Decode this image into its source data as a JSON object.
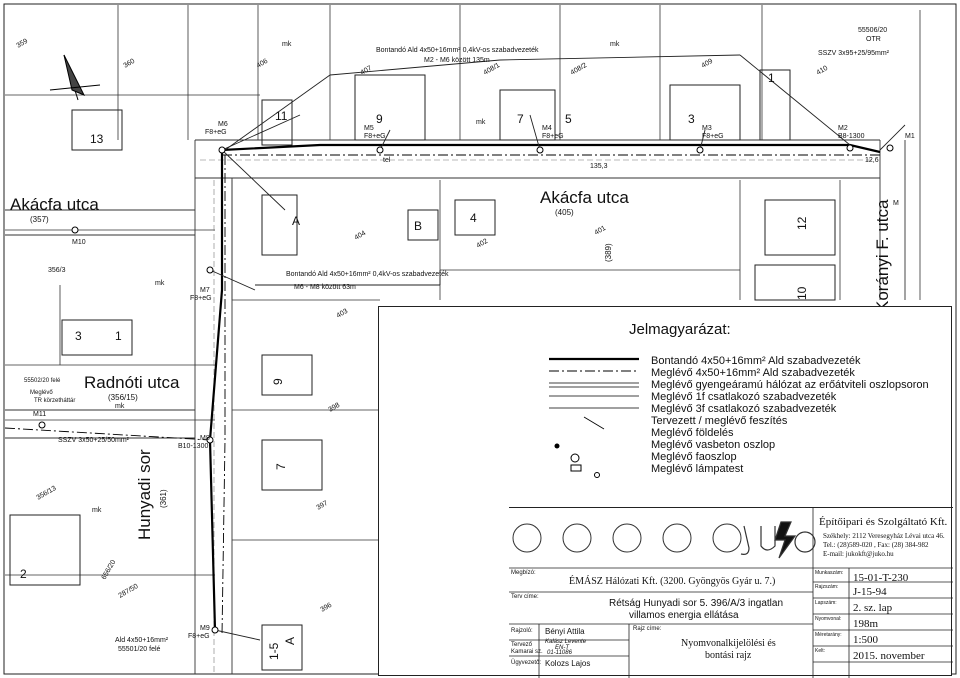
{
  "plan": {
    "streets": {
      "akacfa_left": "Akácfa utca",
      "akacfa_left_no": "(357)",
      "akacfa_mid": "Akácfa utca",
      "akacfa_mid_no": "(405)",
      "radnoti": "Radnóti utca",
      "radnoti_no": "(356/15)",
      "hunyadi": "Hunyadi sor",
      "hunyadi_no": "(361)",
      "koranyi": "Korányi F. utca",
      "koranyi_no": "(389)"
    },
    "parcels": [
      "359",
      "360",
      "406",
      "407",
      "408/1",
      "408/2",
      "409",
      "410",
      "356/3",
      "404",
      "402",
      "401",
      "403",
      "398",
      "397",
      "396",
      "356/13",
      "656/20",
      "287/50"
    ],
    "buildings": [
      "13",
      "11",
      "9",
      "7",
      "5",
      "3",
      "1",
      "A",
      "B",
      "4",
      "12",
      "10",
      "3",
      "1",
      "9",
      "7",
      "2",
      "1-5",
      "A"
    ],
    "poles": [
      "M6",
      "F8+eG",
      "M5",
      "F8+eG",
      "M4",
      "F8+eG",
      "M3",
      "F8+eG",
      "M2",
      "B8-1300",
      "M1",
      "M7",
      "F8+eG",
      "M8",
      "B10-1300",
      "M9",
      "F8+eG",
      "M10",
      "M11"
    ],
    "annotations": {
      "top_line": "Bontandó Ald 4x50+16mm² 0,4kV-os szabadvezeték",
      "top_dist": "M2 - M6 között 135m",
      "mid_line": "Bontandó Ald 4x50+16mm² 0,4kV-os szabadvezeték",
      "mid_dist": "M6 - M8 között 63m",
      "otr_no": "55506/20",
      "otr": "OTR",
      "sszv_top": "SSZV 3x95+25/95mm²",
      "sszv_left": "SSZV 3x50+25/50mm²",
      "tr_no": "55502/20 felé",
      "tr_label": "Meglévő",
      "tr_label2": "TR körzetháttár",
      "ald_bottom": "Ald 4x50+16mm²",
      "ald_bottom2": "55501/20 felé",
      "mk": "mk",
      "tel": "tel",
      "dist": "135,3",
      "r": "12,6",
      "m": "M"
    }
  },
  "legend": {
    "title": "Jelmagyarázat:",
    "items": [
      "Bontandó 4x50+16mm²  Ald szabadvezeték",
      "Meglévő 4x50+16mm² Ald szabadvezeték",
      "Meglévő gyengeáramú hálózat az erőátviteli oszlopsoron",
      "Meglévő 1f csatlakozó szabadvezeték",
      "Meglévő 3f csatlakozó szabadvezeték",
      "Tervezett / meglévő feszítés",
      "Meglévő földelés",
      "Meglévő vasbeton oszlop",
      "Meglévő faoszlop",
      "Meglévő lámpatest"
    ]
  },
  "title_block": {
    "company": "Építőipari és Szolgáltató Kft.",
    "address": "Székhely: 2112 Veresegyház Lévai utca 46.",
    "contact": "Tel.: (28)589-020 , Fax: (28) 384-982",
    "email": "E-mail: jukokft@juko.hu",
    "client_label": "Megbízó:",
    "client": "ÉMÁSZ Hálózati Kft. (3200. Gyöngyös Gyár u. 7.)",
    "plan_title_label": "Terv címe:",
    "plan_title_1": "Rétság Hunyadi sor 5. 396/A/3 ingatlan",
    "plan_title_2": "villamos energia ellátása",
    "drawing_title_label": "Rajz címe:",
    "drawing_title_1": "Nyomvonalkijelölési és",
    "drawing_title_2": "bontási rajz",
    "drawn_label": "Rajzolό:",
    "drawn": "Bényi Attila",
    "designer_label": "Tervező",
    "chamber_label": "Kamarai sz.",
    "designer": "Kalász Levente",
    "designer_no": "EN-T",
    "designer_no2": "01-11086",
    "manager_label": "Ügyvezető:",
    "manager": "Kolozs Lajos",
    "job_no_label": "Munkaszám:",
    "job_no": "15-01-T-230",
    "drawing_no_label": "Rajzszám:",
    "drawing_no": "J-15-94",
    "sheet_label": "Lapszám:",
    "sheet": "2. sz. lap",
    "route_label": "Nyomvonal:",
    "route": "198m",
    "scale_label": "Méretarány:",
    "scale": "1:500",
    "date_label": "Kelt:",
    "date": "2015. november"
  }
}
